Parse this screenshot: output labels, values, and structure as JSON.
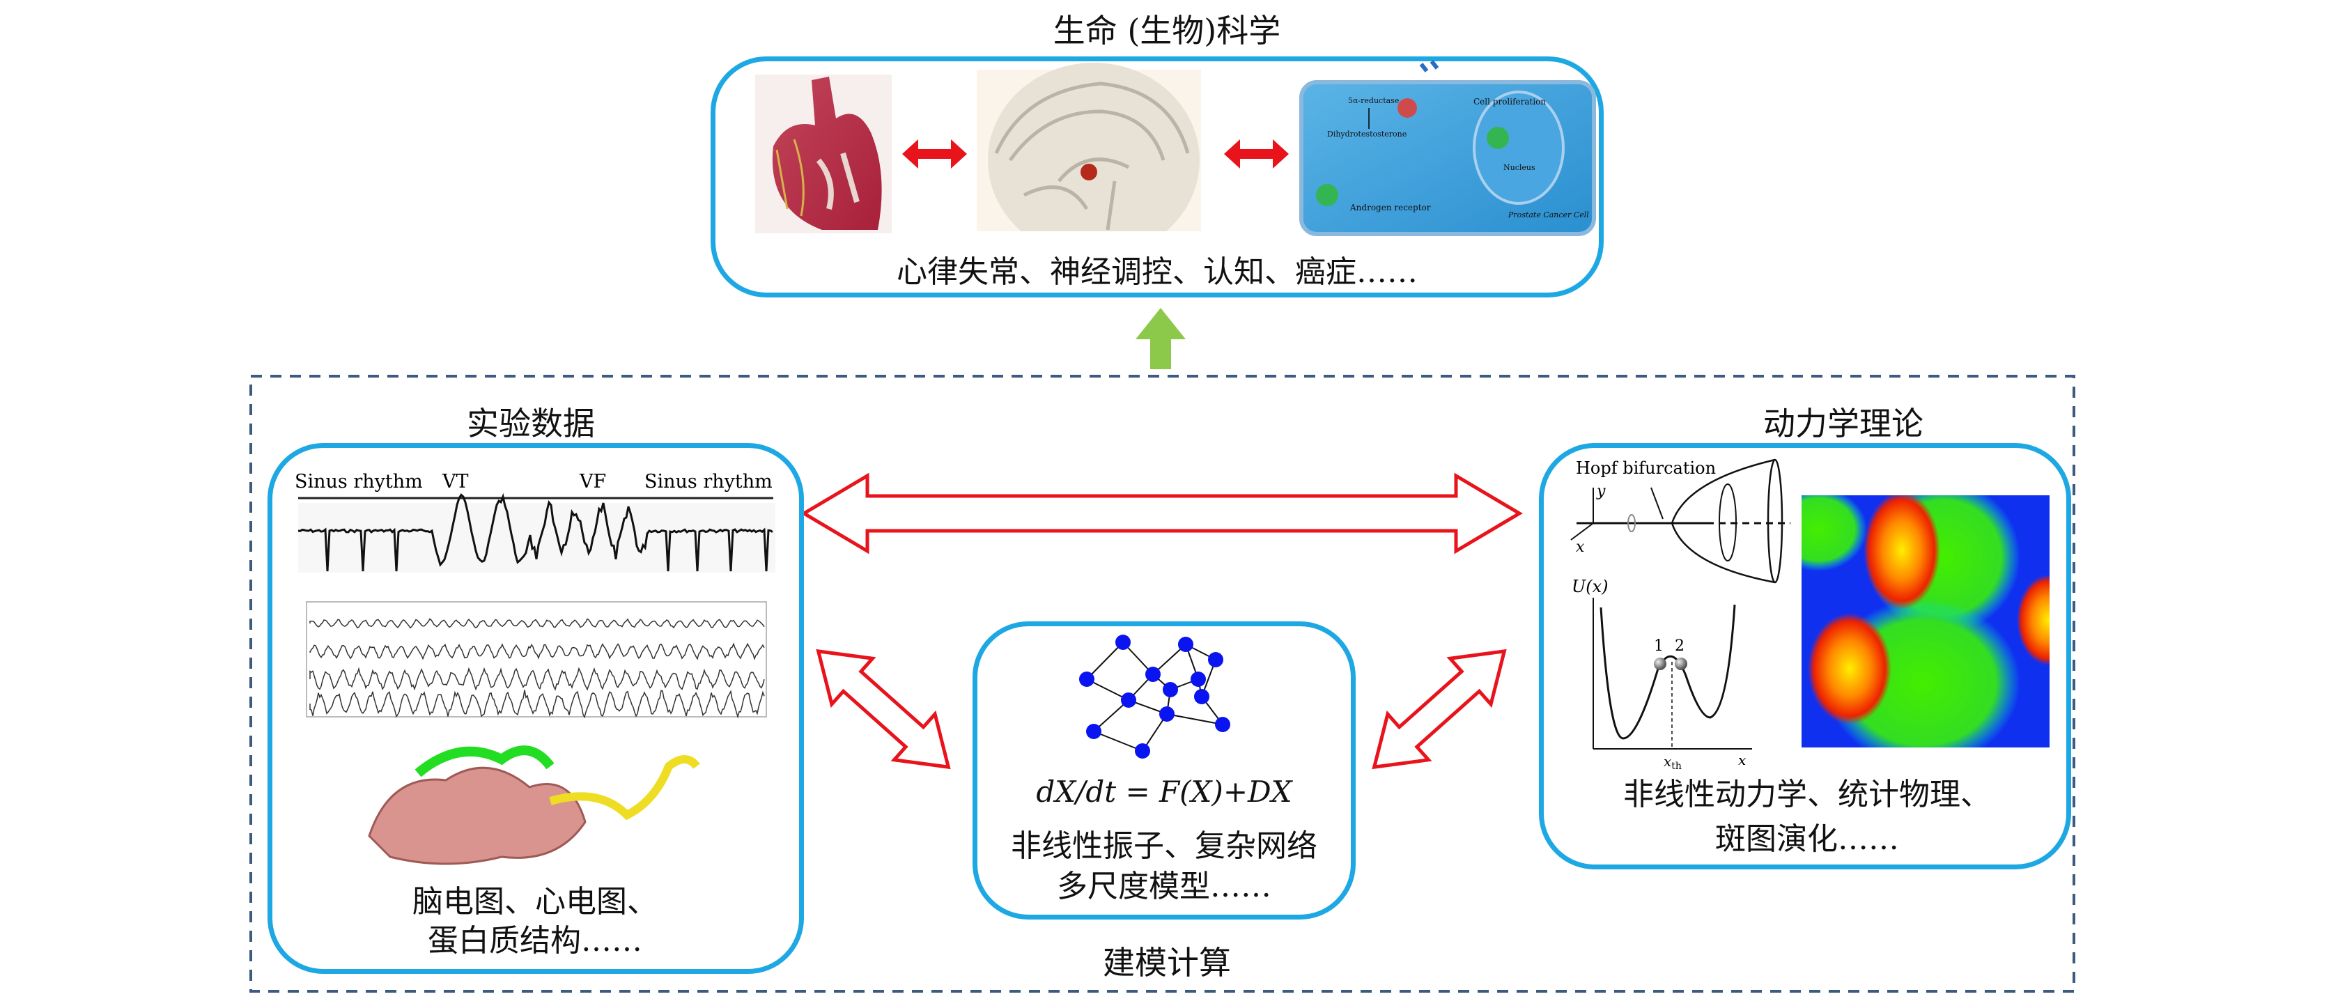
{
  "top": {
    "title": "生命 (生物)科学",
    "caption": "心律失常、神经调控、认知、癌症……",
    "cell_labels": {
      "cell_proliferation": "Cell proliferation",
      "reductase": "5α-reductase",
      "dht": "Dihydrotestosterone",
      "nucleus": "Nucleus",
      "androgen_receptor": "Androgen receptor",
      "cell_name": "Prostate Cancer Cell"
    }
  },
  "left": {
    "title": "实验数据",
    "ecg_labels": [
      "Sinus rhythm",
      "VT",
      "VF",
      "Sinus rhythm"
    ],
    "caption_lines": [
      "脑电图、心电图、",
      "蛋白质结构……"
    ]
  },
  "middle": {
    "equation": "dX/dt = F(X)+DX",
    "caption_lines": [
      "非线性振子、复杂网络",
      "多尺度模型……"
    ],
    "label": "建模计算"
  },
  "right": {
    "title": "动力学理论",
    "hopf_label": "Hopf bifurcation",
    "axis_y": "y",
    "axis_x": "x",
    "potential_label": "U(x)",
    "ball_labels": [
      "1",
      "2"
    ],
    "threshold_label": "x",
    "threshold_sub": "th",
    "potential_x": "x",
    "caption_lines": [
      "非线性动力学、统计物理、",
      "斑图演化……"
    ]
  },
  "colors": {
    "box_border": "#1ea8e3",
    "arrow_red": "#e8131b",
    "arrow_green": "#8cc94a",
    "dashed": "#3d5a80"
  }
}
